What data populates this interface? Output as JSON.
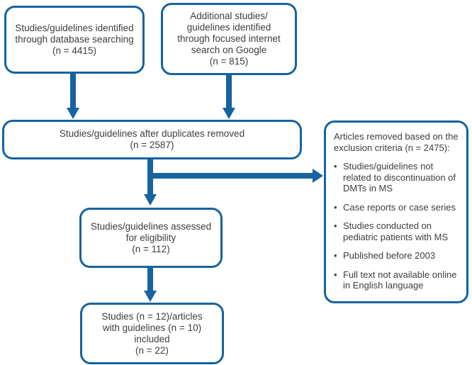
{
  "colors": {
    "accent_blue": "#16639f",
    "text_gray": "#3d3d3d",
    "background": "#ffffff"
  },
  "boxes": {
    "database_search": {
      "text": "Studies/guidelines identified\nthrough database searching\n(n = 4415)"
    },
    "internet_search": {
      "text": "Additional studies/\nguidelines identified\nthrough focused internet\nsearch on Google\n(n = 815)"
    },
    "duplicates_removed": {
      "text": "Studies/guidelines after duplicates removed\n(n = 2587)"
    },
    "exclusion": {
      "heading": "Articles removed based on the\nexclusion criteria (n = 2475):",
      "items": [
        "Studies/guidelines not related to discontinuation of DMTs in MS",
        "Case reports or case series",
        "Studies conducted on pediatric patients with MS",
        "Published before 2003",
        "Full text not available online in English language"
      ]
    },
    "eligibility": {
      "text": "Studies/guidelines assessed\nfor eligibility\n(n = 112)"
    },
    "included": {
      "text": "Studies (n = 12)/articles\nwith guidelines (n = 10)\nincluded\n(n = 22)"
    }
  }
}
